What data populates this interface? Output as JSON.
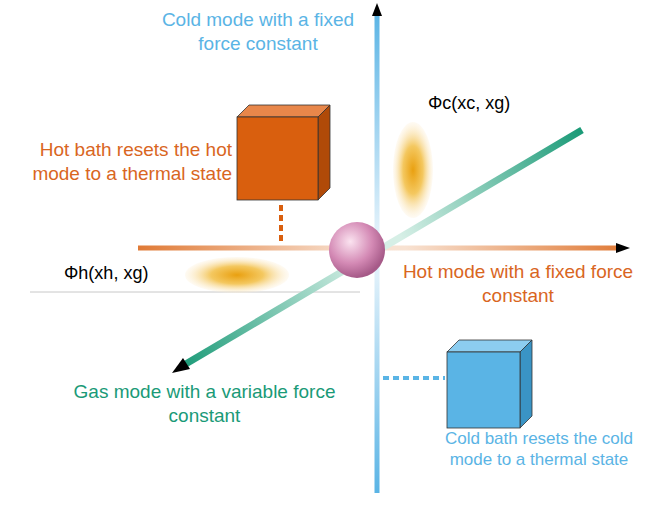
{
  "diagram": {
    "labels": [
      "Cold mode with a fixed force constant",
      "Φc(xc, xg)",
      "Hot bath resets the hot mode to a thermal state",
      "Φh(xh, xg)",
      "Hot mode with a fixed force constant",
      "Gas mode with a variable force constant",
      "Cold bath resets the cold mode to a thermal state"
    ]
  }
}
